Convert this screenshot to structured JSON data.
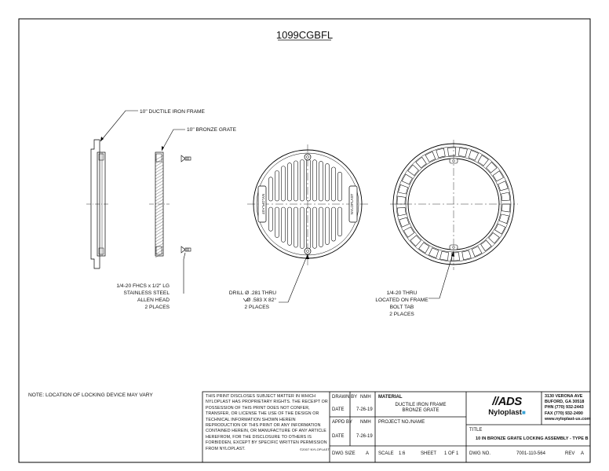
{
  "drawing": {
    "title": "1099CGBFL",
    "note": "NOTE:  LOCATION OF LOCKING DEVICE MAY VARY"
  },
  "callouts": {
    "frame": "10\" DUCTILE IRON FRAME",
    "grate": "10\" BRONZE GRATE",
    "screw": [
      "1/4-20 FHCS x 1/2\" LG",
      "STAINLESS STEEL",
      "ALLEN HEAD",
      "2 PLACES"
    ],
    "drill": [
      "DRILL Ø .281 THRU",
      "Ø .583 X 82°",
      "2 PLACES"
    ],
    "tab": [
      "1/4-20 THRU",
      "LOCATED ON FRAME",
      "BOLT TAB",
      "2 PLACES"
    ]
  },
  "grate_text": {
    "left": "NYLOPLAST",
    "right": "NYLOPLAST"
  },
  "title_block": {
    "disclaimer": "THIS PRINT DISCLOSES SUBJECT MATTER IN WHICH NYLOPLAST HAS PROPRIETARY RIGHTS. THE RECEIPT OR POSSESSION OF THIS PRINT DOES NOT CONFER, TRANSFER, OR LICENSE THE USE OF THE DESIGN OR TECHNICAL INFORMATION SHOWN HEREIN REPRODUCTION OF THIS PRINT OR ANY INFORMATION CONTAINED HEREIN, OR MANUFACTURE OF ANY ARTICLE HEREFROM, FOR THE DISCLOSURE TO OTHERS IS FORBIDDEN, EXCEPT BY SPECIFIC WRITTEN PERMISSION FROM NYLOPLAST.",
    "copyright": "©2007 NYLOPLAST",
    "drawn_by_label": "DRAWN BY",
    "drawn_by": "NMH",
    "date_label": "DATE",
    "date1": "7-26-19",
    "appd_by_label": "APPD BY",
    "appd_by": "NMH",
    "date2": "7-26-19",
    "material_label": "MATERIAL",
    "material_1": "DUCTILE IRON FRAME",
    "material_2": "BRONZE GRATE",
    "project_label": "PROJECT NO./NAME",
    "dwg_size_label": "DWG SIZE",
    "dwg_size": "A",
    "scale_label": "SCALE",
    "scale": "1:6",
    "sheet_label": "SHEET",
    "sheet": "1 OF 1",
    "title_label": "TITLE",
    "title": "10 IN BRONZE GRATE LOCKING ASSEMBLY - TYPE B",
    "dwg_no_label": "DWG NO.",
    "dwg_no": "7001-110-564",
    "rev_label": "REV",
    "rev": "A",
    "logo_ads": "//ADS",
    "logo_nyloplast": "Nyloplast",
    "address": [
      "3130 VERONA AVE",
      "BUFORD, GA 30518",
      "PHN (770) 932-2443",
      "FAX (770) 932-2490",
      "www.nyloplast-us.com"
    ]
  }
}
